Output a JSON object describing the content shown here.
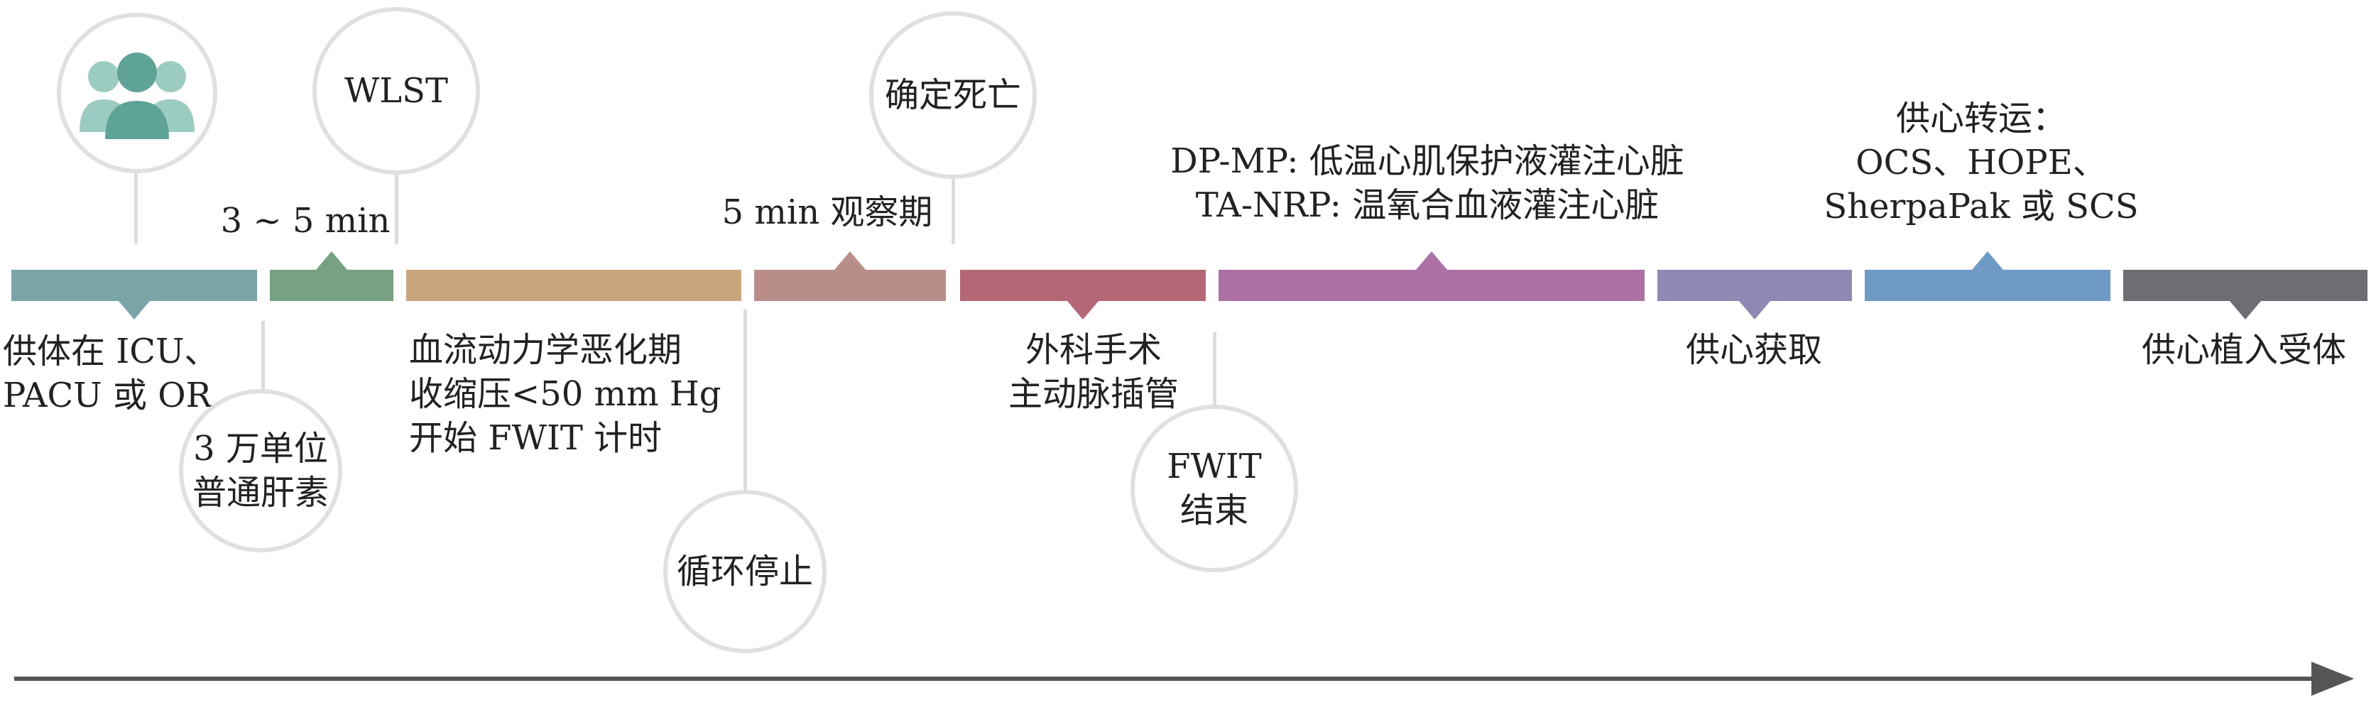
{
  "colors": {
    "bar1": "#7aa5a8",
    "bar2": "#77a180",
    "bar3": "#c9a57d",
    "bar4": "#b98e89",
    "bar5": "#b46774",
    "bar6": "#ad70a4",
    "bar7": "#9087b3",
    "bar8": "#6e9ac5",
    "bar9": "#6d6e73",
    "icon": "#5fa397",
    "icon_light": "#9ccbc1",
    "line": "#dcdcdc"
  },
  "icons": {
    "people": "people-group-icon"
  },
  "circles": {
    "wlst": "WLST",
    "confirm_death": "确定死亡",
    "heparin": "3 万单位\n普通肝素",
    "circulation_stop": "循环停止",
    "fwit_end": "FWIT\n结束"
  },
  "above": {
    "duration": "3 ~ 5 min",
    "observation": "5 min 观察期",
    "perfusion": "DP-MP: 低温心肌保护液灌注心脏\nTA-NRP: 温氧合血液灌注心脏",
    "transport": "供心转运：\nOCS、HOPE、\nSherpaPak 或 SCS"
  },
  "below": {
    "donor_location": "供体在 ICU、\nPACU 或 OR",
    "hemodynamic": "血流动力学恶化期\n收缩压<50 mm Hg\n开始 FWIT 计时",
    "surgery": "外科手术\n主动脉插管",
    "procurement": "供心获取",
    "implant": "供心植入受体"
  }
}
